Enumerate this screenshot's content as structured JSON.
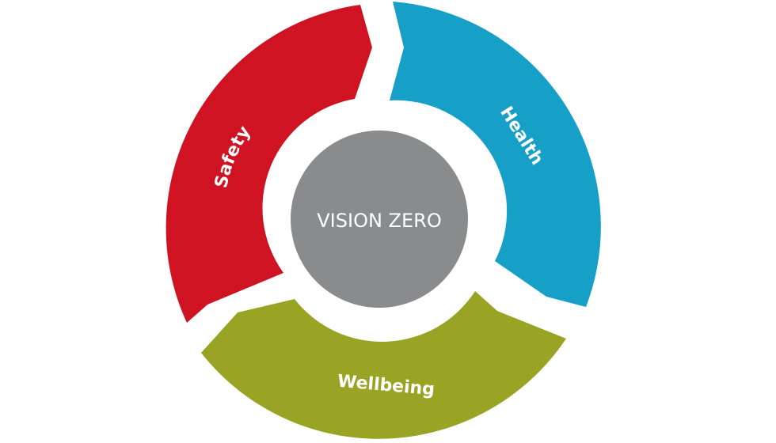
{
  "diagram": {
    "center": {
      "label": "VISION ZERO",
      "color": "#8a8b8d"
    },
    "segments": [
      {
        "id": "safety",
        "label": "Safety",
        "color": "#cf1322"
      },
      {
        "id": "health",
        "label": "Health",
        "color": "#16a0c8"
      },
      {
        "id": "wellbeing",
        "label": "Wellbeing",
        "color": "#9aa424"
      }
    ]
  }
}
